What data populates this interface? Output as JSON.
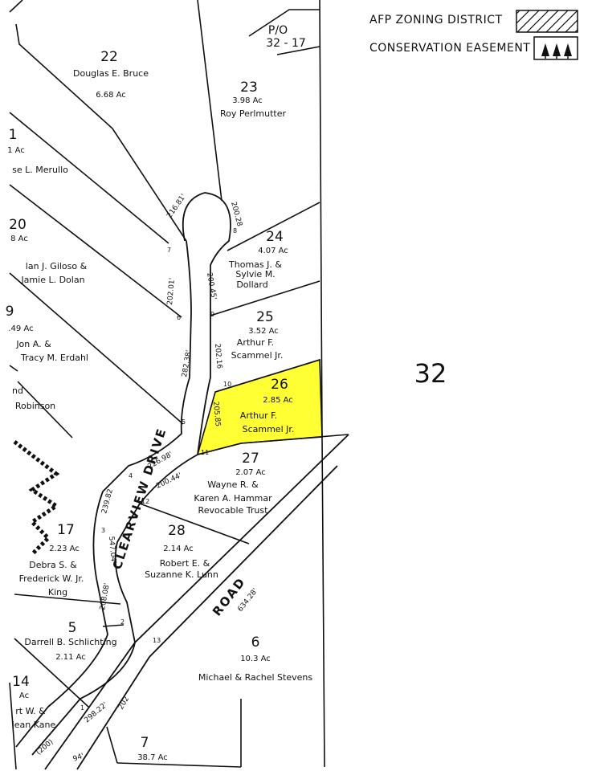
{
  "legend": {
    "afp_label": "AFP ZONING DISTRICT",
    "conservation_label": "CONSERVATION EASEMENT"
  },
  "map": {
    "large_parcel": "32",
    "po_label": "P/O",
    "po_number": "32 - 17",
    "highlight_color": "#ffff33",
    "parcels": [
      {
        "id": "22",
        "acres": "6.68 Ac",
        "owner_lines": [
          "Douglas E. Bruce"
        ]
      },
      {
        "id": "23",
        "acres": "3.98 Ac",
        "owner_lines": [
          "Roy Perlmutter"
        ]
      },
      {
        "id": "1",
        "acres": "1 Ac",
        "owner_lines": [
          "se L. Merullo"
        ]
      },
      {
        "id": "20",
        "acres": "8 Ac",
        "owner_lines": [
          "lan J. Giloso &",
          "Jamie L. Dolan"
        ]
      },
      {
        "id": "24",
        "acres": "4.07 Ac",
        "owner_lines": [
          "Thomas J. &",
          "Sylvie M.",
          "Dollard"
        ]
      },
      {
        "id": "9",
        "acres": ".49 Ac",
        "owner_lines": [
          "Jon A. &",
          "Tracy M. Erdahl"
        ]
      },
      {
        "id": "25",
        "acres": "3.52 Ac",
        "owner_lines": [
          "Arthur F.",
          "Scammel Jr."
        ]
      },
      {
        "id": "26",
        "acres": "2.85 Ac",
        "owner_lines": [
          "Arthur F.",
          "Scammel Jr."
        ]
      },
      {
        "id": "",
        "acres": "",
        "owner_lines": [
          "nd",
          "Robinson"
        ]
      },
      {
        "id": "27",
        "acres": "2.07 Ac",
        "owner_lines": [
          "Wayne R. &",
          "Karen A. Hammar",
          "Revocable Trust"
        ]
      },
      {
        "id": "17",
        "acres": "2.23 Ac",
        "owner_lines": [
          "Debra S. &",
          "Frederick W. Jr.",
          "King"
        ]
      },
      {
        "id": "28",
        "acres": "2.14 Ac",
        "owner_lines": [
          "Robert E. &",
          "Suzanne K. Lunn"
        ]
      },
      {
        "id": "5",
        "acres": "2.11 Ac",
        "owner_lines": [
          "Darrell B. Schlichting"
        ]
      },
      {
        "id": "6",
        "acres": "10.3 Ac",
        "owner_lines": [
          "Michael & Rachel Stevens"
        ]
      },
      {
        "id": "14",
        "acres": "Ac",
        "owner_lines": [
          "rt W. &",
          "lean Kane"
        ]
      },
      {
        "id": "7",
        "acres": "38.7 Ac",
        "owner_lines": []
      }
    ],
    "streets": {
      "drive": "CLEARVIEW DRIVE",
      "road": "ROAD"
    },
    "dimensions": [
      "216.81'",
      "200.28",
      "202.01'",
      "200.45'",
      "282.38'",
      "202.16",
      "205.85",
      "226.98'",
      "200.44'",
      "239.82",
      "547.04'",
      "208.08'",
      "634.28'",
      "298.22'",
      "202",
      "(200)",
      "94'"
    ],
    "points": [
      "7",
      "8",
      "6",
      "9",
      "10",
      "5",
      "11",
      "4",
      "12",
      "3",
      "2",
      "13",
      "1"
    ]
  }
}
